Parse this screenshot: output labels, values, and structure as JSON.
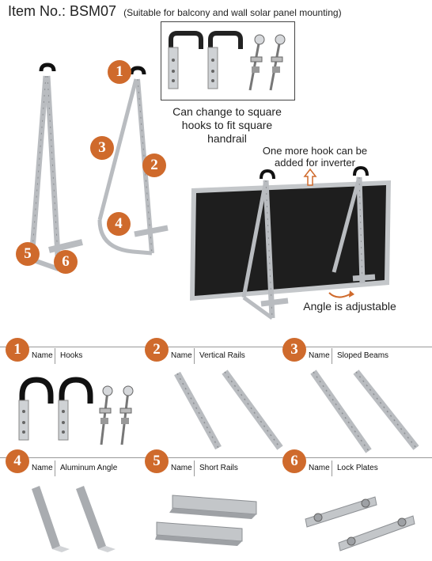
{
  "header": {
    "item_no": "Item No.: BSM07",
    "note": "(Suitable for balcony and wall solar panel mounting)"
  },
  "inset": {
    "caption_line1": "Can change to square",
    "caption_line2": "hooks to fit square handrail"
  },
  "callouts": {
    "inverter_line1": "One more hook can be",
    "inverter_line2": "added for inverter",
    "angle": "Angle is adjustable"
  },
  "diagram_badges": [
    "1",
    "2",
    "3",
    "4",
    "5",
    "6"
  ],
  "parts": [
    {
      "num": "1",
      "name_label": "Name",
      "name": "Hooks"
    },
    {
      "num": "2",
      "name_label": "Name",
      "name": "Vertical Rails"
    },
    {
      "num": "3",
      "name_label": "Name",
      "name": "Sloped Beams"
    },
    {
      "num": "4",
      "name_label": "Name",
      "name": "Aluminum Angle"
    },
    {
      "num": "5",
      "name_label": "Name",
      "name": "Short Rails"
    },
    {
      "num": "6",
      "name_label": "Name",
      "name": "Lock Plates"
    }
  ],
  "colors": {
    "accent": "#cf6a2c",
    "metal": "#b9bcc0",
    "panel": "#1e1e1e"
  }
}
